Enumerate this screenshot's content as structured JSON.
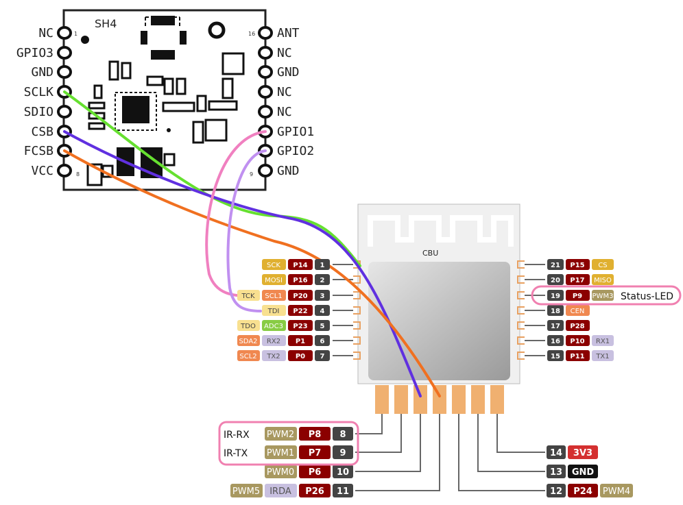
{
  "sensor": {
    "name": "SH4",
    "pin_first": "1",
    "pin_last": "16",
    "pin_left_bottom": "8",
    "pin_right_bottom": "9",
    "left_pins": [
      "NC",
      "GPIO3",
      "GND",
      "SCLK",
      "SDIO",
      "CSB",
      "FCSB",
      "VCC"
    ],
    "right_pins": [
      "ANT",
      "NC",
      "GND",
      "NC",
      "NC",
      "GPIO1",
      "GPIO2",
      "GND"
    ]
  },
  "module": {
    "name": "CBU",
    "left": [
      {
        "num": "1",
        "p": "P14",
        "f1": "SCK",
        "f2": ""
      },
      {
        "num": "2",
        "p": "P16",
        "f1": "MOSI",
        "f2": ""
      },
      {
        "num": "3",
        "p": "P20",
        "f1": "SCL1",
        "f2": "TCK"
      },
      {
        "num": "4",
        "p": "P22",
        "f1": "TDI",
        "f2": ""
      },
      {
        "num": "5",
        "p": "P23",
        "f1": "ADC3",
        "f2": "TDO"
      },
      {
        "num": "6",
        "p": "P1",
        "f1": "RX2",
        "f2": "SDA2"
      },
      {
        "num": "7",
        "p": "P0",
        "f1": "TX2",
        "f2": "SCL2"
      }
    ],
    "right": [
      {
        "num": "21",
        "p": "P15",
        "f1": "CS"
      },
      {
        "num": "20",
        "p": "P17",
        "f1": "MISO"
      },
      {
        "num": "19",
        "p": "P9",
        "f1": "PWM3"
      },
      {
        "num": "18",
        "p": "",
        "f1": "CEN"
      },
      {
        "num": "17",
        "p": "P28",
        "f1": ""
      },
      {
        "num": "16",
        "p": "P10",
        "f1": "RX1"
      },
      {
        "num": "15",
        "p": "P11",
        "f1": "TX1"
      }
    ],
    "bottom_left": [
      {
        "num": "8",
        "p": "P8",
        "f1": "PWM2",
        "f2": ""
      },
      {
        "num": "9",
        "p": "P7",
        "f1": "PWM1",
        "f2": ""
      },
      {
        "num": "10",
        "p": "P6",
        "f1": "PWM0",
        "f2": ""
      },
      {
        "num": "11",
        "p": "P26",
        "f1": "IRDA",
        "f2": "PWM5"
      }
    ],
    "bottom_right": [
      {
        "num": "14",
        "p": "3V3",
        "f1": ""
      },
      {
        "num": "13",
        "p": "GND",
        "f1": ""
      },
      {
        "num": "12",
        "p": "P24",
        "f1": "PWM4"
      }
    ]
  },
  "annotations": {
    "status_led": "Status-LED",
    "ir_rx": "IR-RX",
    "ir_tx": "IR-TX"
  },
  "colors": {
    "pin_num": "#444444",
    "gpio": "#8b0000",
    "spi": "#e0b030",
    "pwm": "#a89860",
    "adc": "#88cc44",
    "uart": "#c8c0e0",
    "i2c": "#f08850",
    "jtag": "#f8e090",
    "power": "#d43030",
    "highlight": "#f080b0",
    "wire_green": "#66e030",
    "wire_purple": "#6030e0",
    "wire_orange": "#f07020",
    "wire_pink": "#f080c0",
    "wire_violet": "#c090f0"
  }
}
